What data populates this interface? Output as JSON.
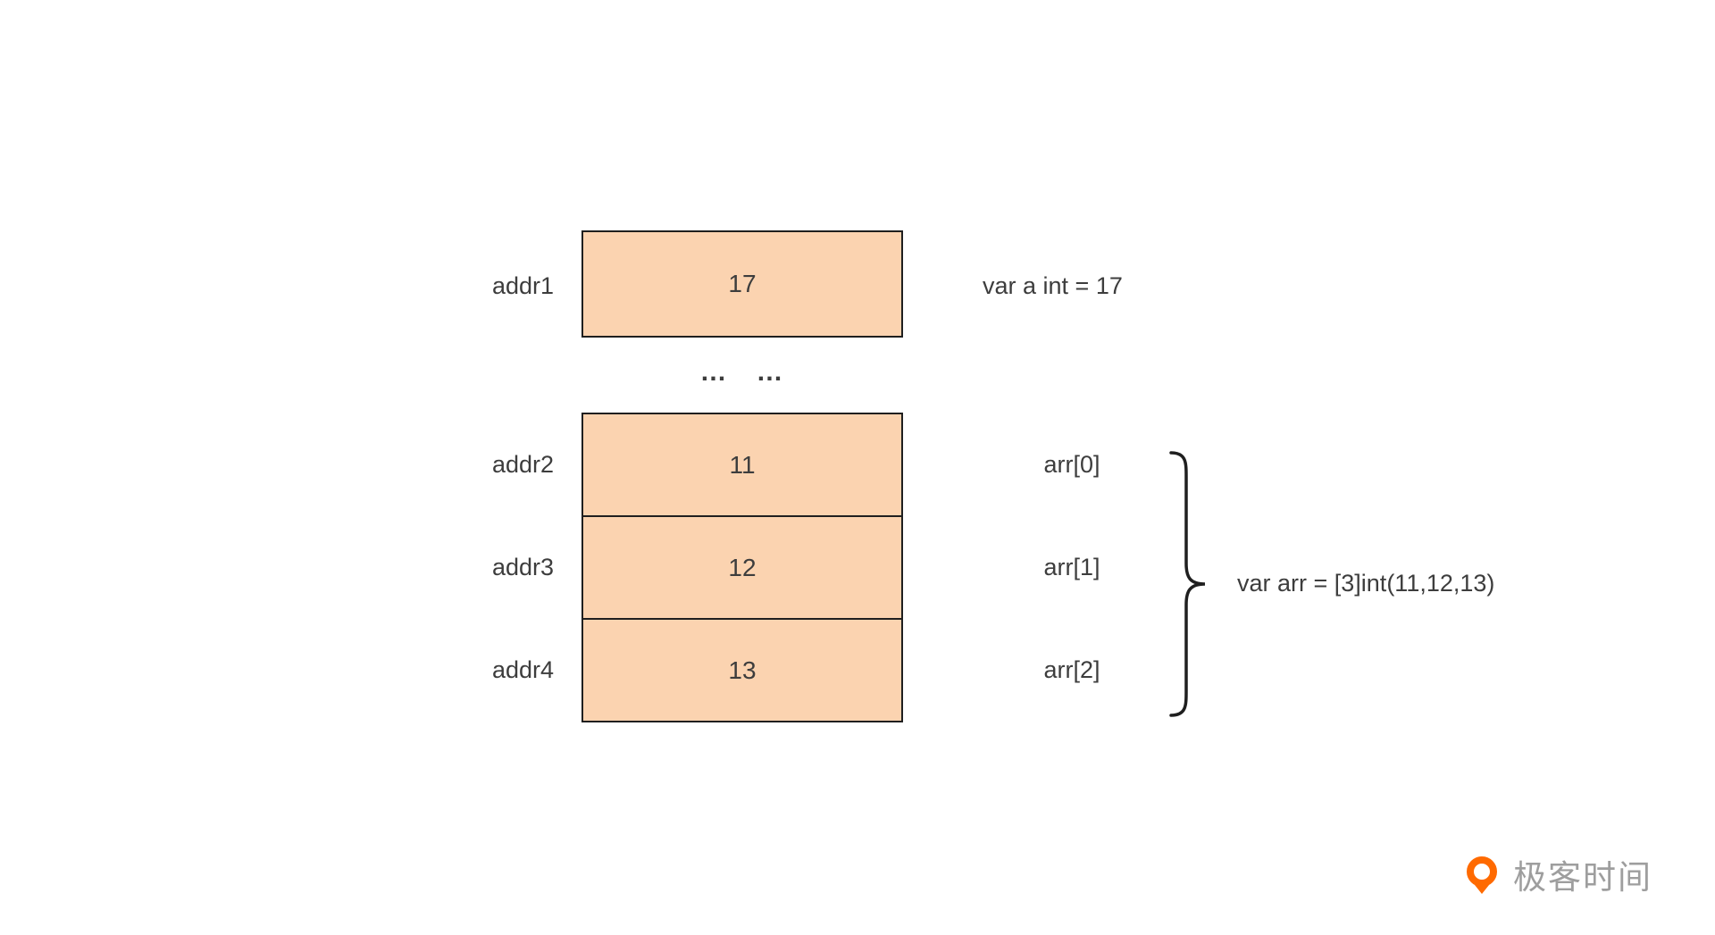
{
  "diagram": {
    "single_cell": {
      "addr": "addr1",
      "value": "17",
      "annotation": "var a int = 17"
    },
    "ellipsis": "…   …",
    "array": {
      "cells": [
        {
          "addr": "addr2",
          "value": "11",
          "index_label": "arr[0]"
        },
        {
          "addr": "addr3",
          "value": "12",
          "index_label": "arr[1]"
        },
        {
          "addr": "addr4",
          "value": "13",
          "index_label": "arr[2]"
        }
      ],
      "annotation": "var arr = [3]int(11,12,13)"
    },
    "colors": {
      "cell_fill": "#FBD3B0",
      "cell_border": "#1F1F1F",
      "text": "#3D3D3D",
      "brand_orange": "#FF6A00",
      "brand_text": "#9E9E9E"
    }
  },
  "footer": {
    "brand_name": "极客时间"
  }
}
